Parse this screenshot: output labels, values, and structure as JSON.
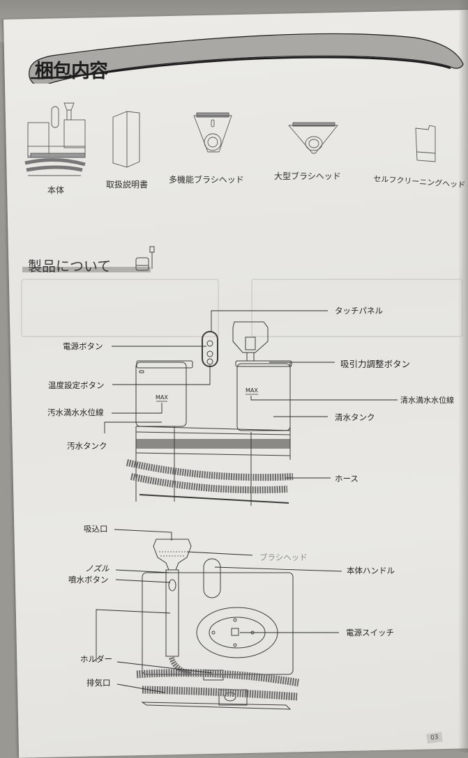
{
  "page": {
    "page_number": "03"
  },
  "package_contents": {
    "title": "梱包内容",
    "items": [
      {
        "label": "本体",
        "icon": "vacuum-unit-icon"
      },
      {
        "label": "取扱説明書",
        "icon": "manual-booklet-icon"
      },
      {
        "label": "多機能ブラシヘッド",
        "icon": "multi-brush-head-icon"
      },
      {
        "label": "大型ブラシヘッド",
        "icon": "large-brush-head-icon"
      },
      {
        "label": "セルフクリーニングヘッド",
        "icon": "self-cleaning-head-icon"
      }
    ]
  },
  "product_section": {
    "title": "製品について",
    "front_view": {
      "max_mark_left": "MAX",
      "max_mark_right": "MAX",
      "callouts": {
        "touch_panel": "タッチパネル",
        "power_button": "電源ボタン",
        "suction_button": "吸引力調整ボタン",
        "temp_button": "温度設定ボタン",
        "dirty_max_line": "汚水満水水位線",
        "clean_max_line": "清水満水水位線",
        "clean_tank": "清水タンク",
        "dirty_tank": "汚水タンク",
        "hose": "ホース"
      }
    },
    "back_view": {
      "callouts": {
        "intake": "吸込口",
        "brush_head": "ブラシヘッド",
        "nozzle": "ノズル",
        "spray_button": "噴水ボタン",
        "body_handle": "本体ハンドル",
        "power_switch": "電源スイッチ",
        "holder": "ホルダー",
        "exhaust": "排気口"
      }
    }
  }
}
